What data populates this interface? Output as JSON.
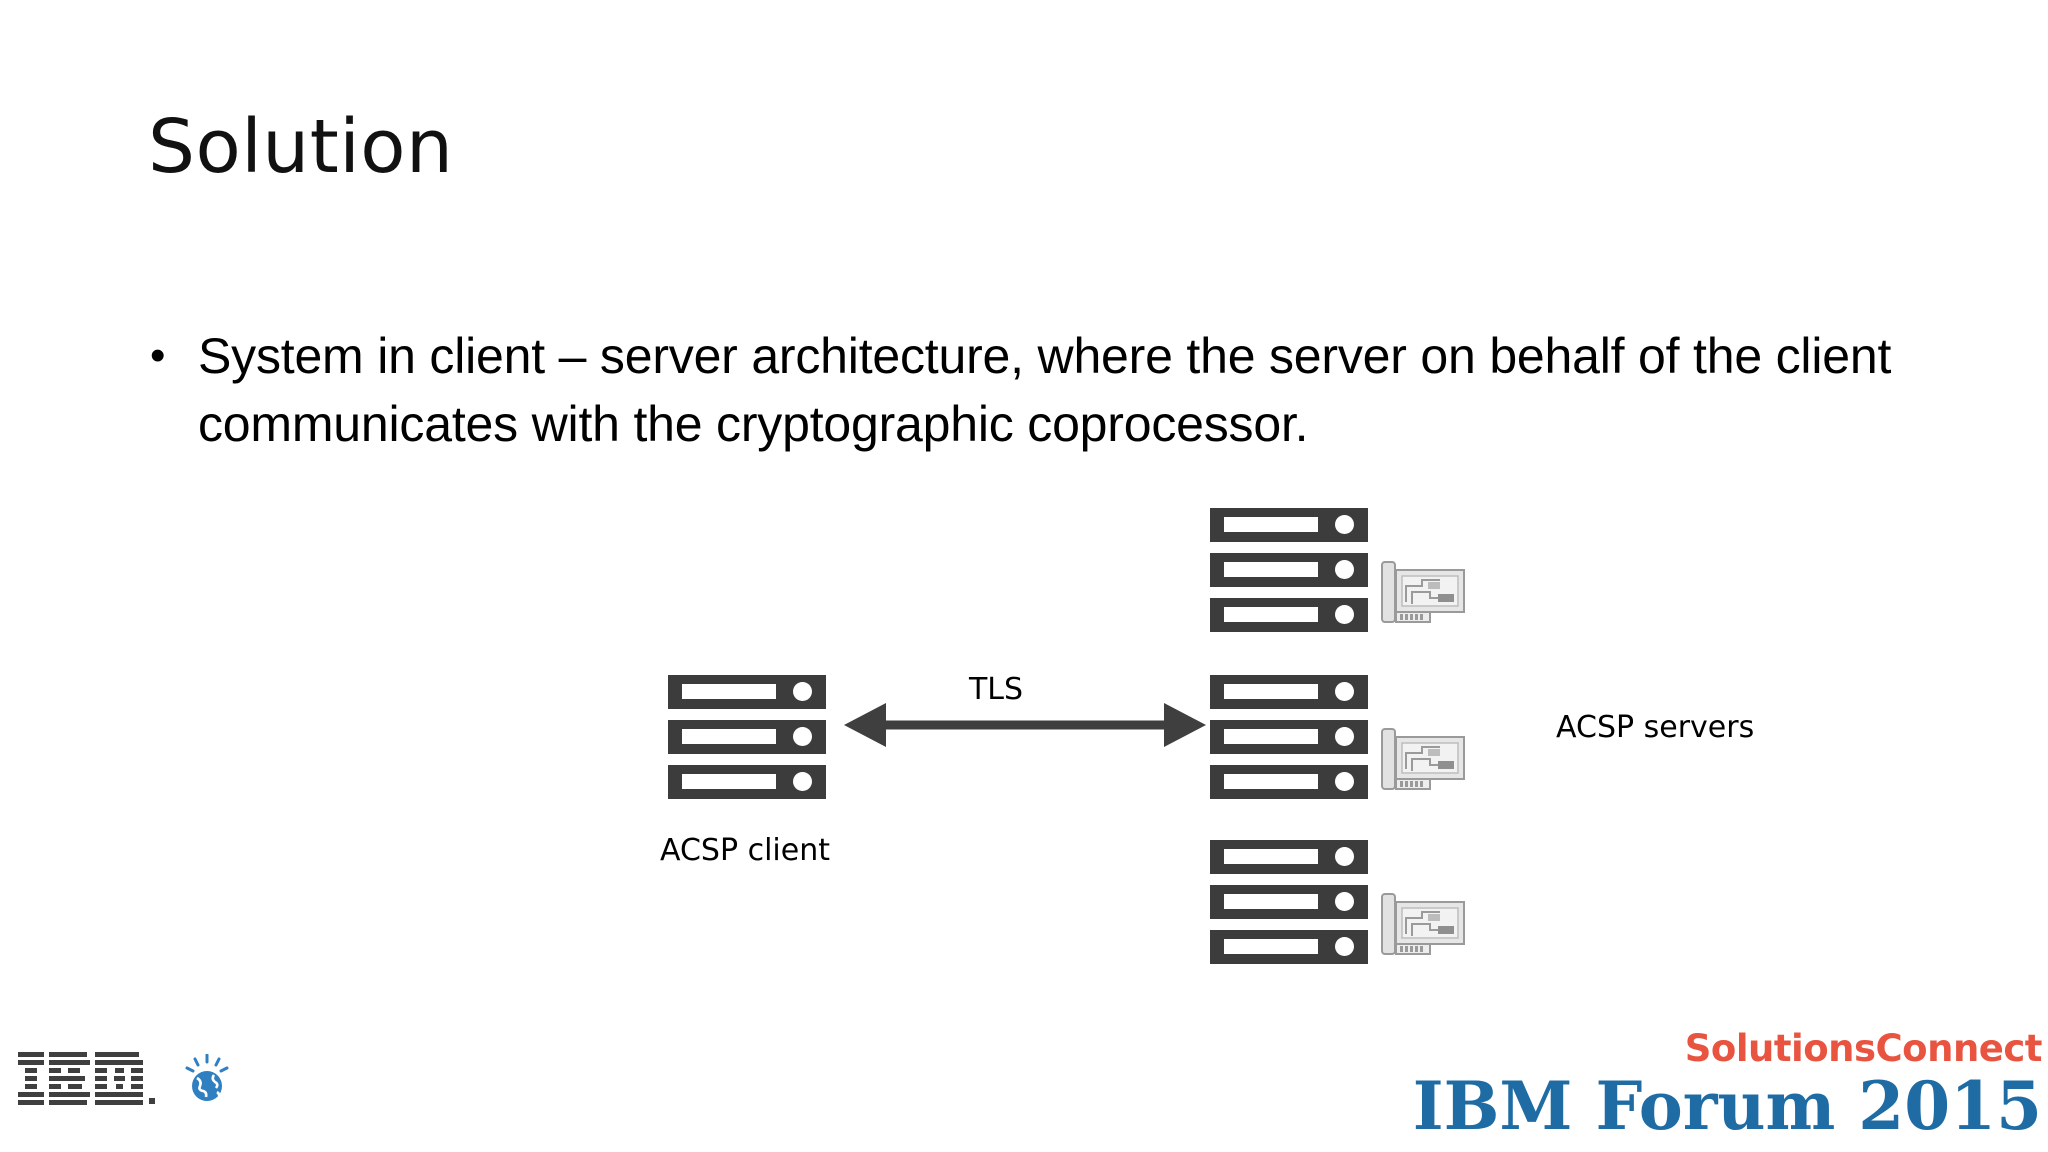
{
  "slide": {
    "title": "Solution",
    "bullets": [
      {
        "marker": "•",
        "text": "System in client – server architecture, where the server on behalf of the client communicates with the cryptographic coprocessor."
      }
    ]
  },
  "diagram": {
    "client_label": "ACSP client",
    "servers_label": "ACSP servers",
    "connection_label": "TLS",
    "client_icon": "server-stack-icon",
    "server_icon": "server-stack-icon",
    "card_icon": "crypto-card-icon",
    "arrow_icon": "double-arrow-icon",
    "server_count": 3,
    "units_per_stack": 3,
    "colors": {
      "server_body": "#3c3c3c",
      "server_slot": "#ffffff",
      "arrow": "#3f3f3f",
      "card_body": "#d8d8d8"
    }
  },
  "footer": {
    "ibm_logo_text": "IBM.",
    "ibm_logo_icon": "ibm-smarter-planet-globe-icon",
    "forum_top_text": "SolutionsConnect",
    "forum_bottom_text": "IBM Forum 2015",
    "forum_top_color": "#e8543f",
    "forum_bottom_color": "#1f6ca5"
  }
}
